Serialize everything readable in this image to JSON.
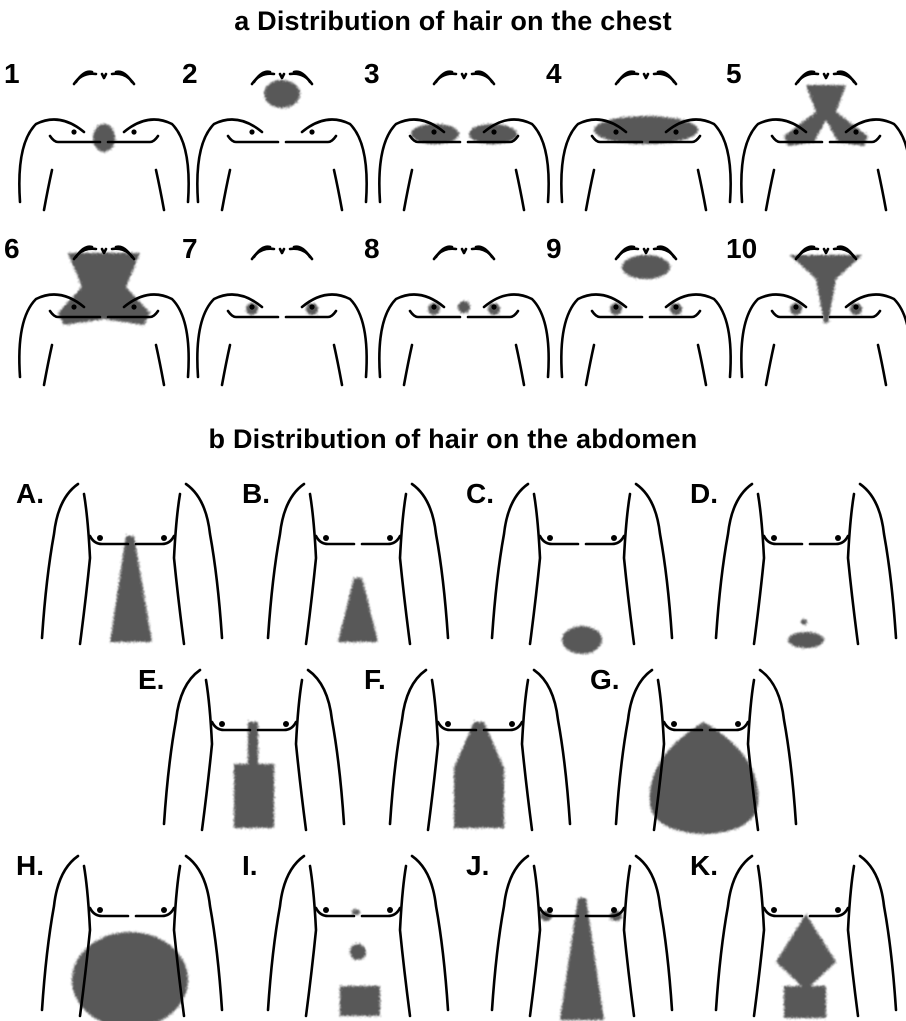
{
  "section_a": {
    "title": "a  Distribution of  hair on the chest",
    "panels": [
      {
        "label": "1"
      },
      {
        "label": "2"
      },
      {
        "label": "3"
      },
      {
        "label": "4"
      },
      {
        "label": "5"
      },
      {
        "label": "6"
      },
      {
        "label": "7"
      },
      {
        "label": "8"
      },
      {
        "label": "9"
      },
      {
        "label": "10"
      }
    ]
  },
  "section_b": {
    "title": "b  Distribution of  hair on the abdomen",
    "panels": [
      {
        "label": "A."
      },
      {
        "label": "B."
      },
      {
        "label": "C."
      },
      {
        "label": "D."
      },
      {
        "label": "E."
      },
      {
        "label": "F."
      },
      {
        "label": "G."
      },
      {
        "label": "H."
      },
      {
        "label": "I."
      },
      {
        "label": "J."
      },
      {
        "label": "K."
      }
    ]
  },
  "colors": {
    "outline": "#000000",
    "hair": "#3a3a3a",
    "background": "#ffffff"
  }
}
